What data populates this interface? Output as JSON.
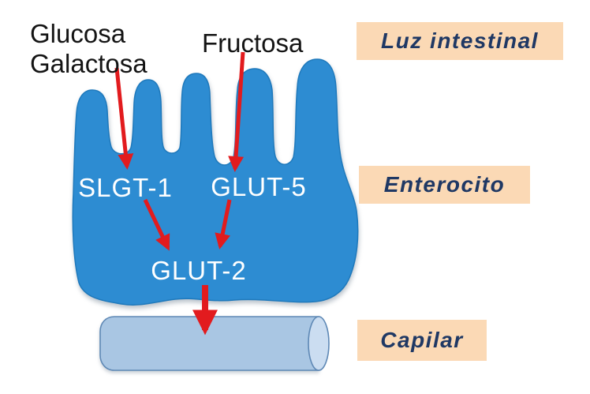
{
  "colors": {
    "background": "#FFFFFF",
    "cell": "#2D8CD2",
    "cell_border": "#1E79BC",
    "capillary": "#A9C6E3",
    "capillary_border": "#5E88B5",
    "capillary_cap": "#CBDDF1",
    "arrow": "#E21B1E",
    "label_box": "#FBD9B5",
    "label_text": "#1F3864",
    "transporter_text": "#FFFFFF",
    "sugar_text": "#141414"
  },
  "substrates": {
    "left_line1": "Glucosa",
    "left_line2": "Galactosa",
    "right": "Fructosa"
  },
  "transporters": {
    "apical_left": "SLGT-1",
    "apical_right": "GLUT-5",
    "basolateral": "GLUT-2"
  },
  "regions": {
    "lumen": "Luz intestinal",
    "cell": "Enterocito",
    "capillary": "Capilar"
  }
}
